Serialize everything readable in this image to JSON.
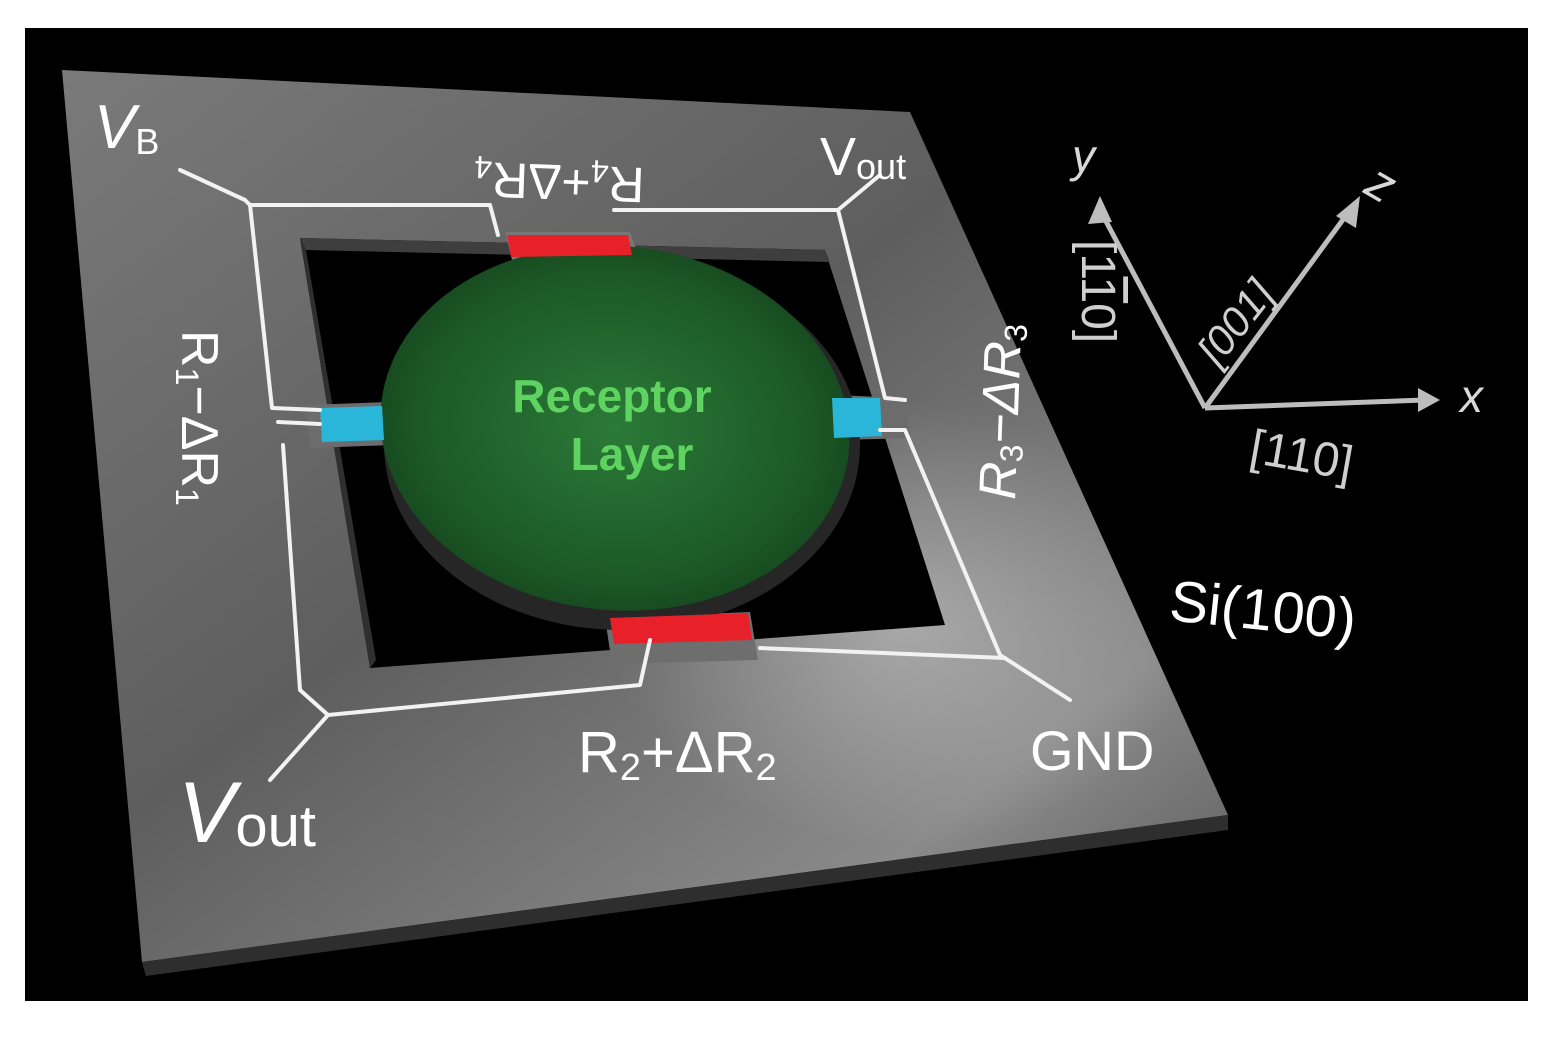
{
  "labels": {
    "receptor_line1": "Receptor",
    "receptor_line2": "Layer",
    "vb": "V",
    "vb_sub": "B",
    "vout_top": "V",
    "vout_top_sub": "out",
    "vout_bottom": "V",
    "vout_bottom_sub": "out",
    "gnd": "GND",
    "r4_main": "R",
    "r4_sub": "4",
    "r4_mid": "+ΔR",
    "r4_sub2": "4",
    "r1_main": "R",
    "r1_sub": "1",
    "r1_mid": "−ΔR",
    "r1_sub2": "1",
    "r3_main": "R",
    "r3_sub": "3",
    "r3_mid": "−ΔR",
    "r3_sub2": "3",
    "r2_main": "R",
    "r2_sub": "2",
    "r2_mid": "+ΔR",
    "r2_sub2": "2",
    "substrate": "Si(100)",
    "axis_x": "x",
    "axis_y": "y",
    "axis_z": "z",
    "dir_x": "[110]",
    "dir_y": "[1",
    "dir_y_bar": "1",
    "dir_y_end": "0]",
    "dir_z": "[001]"
  },
  "colors": {
    "background": "#000000",
    "substrate": "#6a6a6a",
    "receptor": "#1f5a2a",
    "receptor_text": "#5fd35f",
    "piezo_red": "#e8202a",
    "piezo_cyan": "#2ab6d8",
    "wire": "#f2f2f2"
  }
}
